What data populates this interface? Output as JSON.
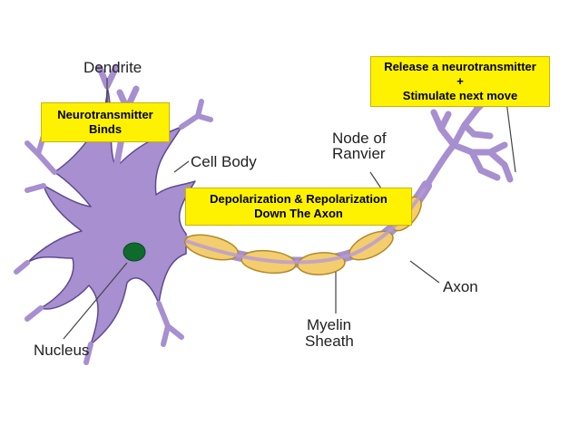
{
  "labels": {
    "dendrite": "Dendrite",
    "cell_body": "Cell Body",
    "node_line1": "Node of",
    "node_line2": "Ranvier",
    "axon": "Axon",
    "myelin_line1": "Myelin",
    "myelin_line2": "Sheath",
    "nucleus": "Nucleus"
  },
  "callouts": {
    "binds_line1": "Neurotransmitter",
    "binds_line2": "Binds",
    "release_line1": "Release a neurotransmitter",
    "release_line2": "+",
    "release_line3": "Stimulate next move",
    "depol_line1": "Depolarization & Repolarization",
    "depol_line2": "Down The Axon"
  },
  "colors": {
    "neuron": "#a78fd0",
    "neuron_outline": "#5e4a91",
    "myelin": "#f4cd6e",
    "myelin_outline": "#b08a2a",
    "nucleus": "#0f6b2c",
    "callout_bg": "#fff200"
  }
}
